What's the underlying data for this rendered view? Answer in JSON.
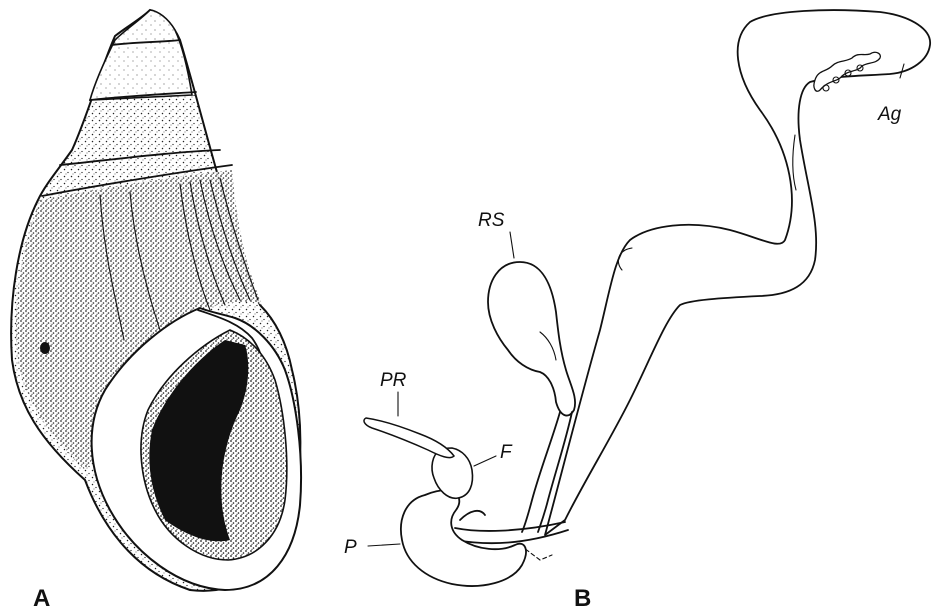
{
  "panels": [
    {
      "id": "A",
      "label": "A"
    },
    {
      "id": "B",
      "label": "B"
    }
  ],
  "labels": {
    "ag": "Ag",
    "rs": "RS",
    "pr": "PR",
    "f": "F",
    "p": "P"
  },
  "colors": {
    "ink": "#111111",
    "paper": "#ffffff"
  }
}
